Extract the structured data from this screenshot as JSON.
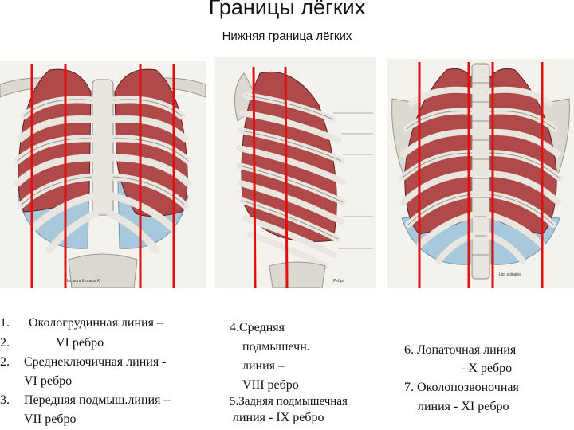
{
  "header": {
    "title": "Границы лёгких",
    "subtitle": "Нижняя граница лёгких"
  },
  "figures": {
    "front_caption": "Incisura thoracis K",
    "side_caption": "Ребро",
    "back_caption": "Lig. spinales"
  },
  "colors": {
    "lung": "#b04a4a",
    "pleura": "#a8c8dc",
    "bone": "#e8e6df",
    "guide_line": "#e01010"
  },
  "left_list": [
    {
      "num": "1.",
      "text": "Окологрудинная линия –"
    },
    {
      "num": "2.",
      "text": "VI   ребро"
    },
    {
      "num": "2.",
      "text": "Среднеключичная линия -"
    },
    {
      "num": "",
      "text": "VI   ребро"
    },
    {
      "num": "3.",
      "text": "Передняя подмыш.линия –"
    },
    {
      "num": "",
      "text": "VII ребро"
    }
  ],
  "middle_list": [
    {
      "text": "4.Средняя"
    },
    {
      "text": "подмышечн."
    },
    {
      "text": "линия –"
    },
    {
      "text": "VIII  ребро"
    },
    {
      "text": "5.Задняя подмышечная"
    },
    {
      "text": "линия -  IX   ребро"
    }
  ],
  "right_list": [
    {
      "text": "6. Лопаточная линия"
    },
    {
      "text": "-   X   ребро"
    },
    {
      "text": "7. Околопозвоночная"
    },
    {
      "text": "линия  -  XI ребро"
    }
  ]
}
